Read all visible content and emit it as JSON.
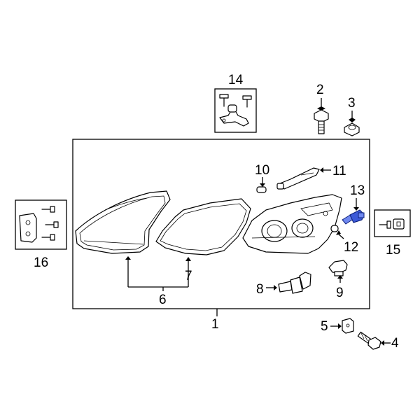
{
  "diagram": {
    "callouts": {
      "c1": "1",
      "c2": "2",
      "c3": "3",
      "c4": "4",
      "c5": "5",
      "c6": "6",
      "c7": "7",
      "c8": "8",
      "c9": "9",
      "c10": "10",
      "c11": "11",
      "c12": "12",
      "c13": "13",
      "c14": "14",
      "c15": "15",
      "c16": "16"
    },
    "colors": {
      "line": "#000000",
      "background": "#ffffff",
      "highlight_part": "#3d5ad8"
    },
    "highlighted_part": "13"
  }
}
